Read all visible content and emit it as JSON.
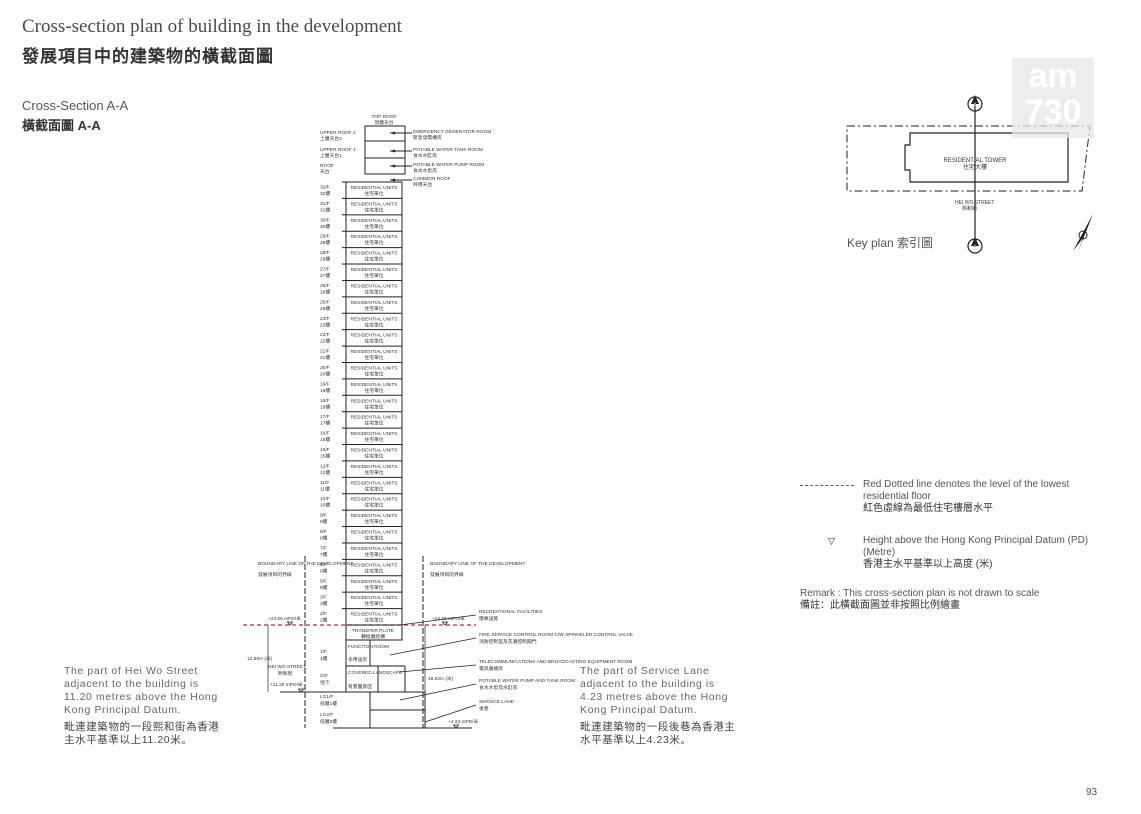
{
  "header": {
    "title_en": "Cross-section plan of building in the development",
    "title_zh": "發展項目中的建築物的橫截面圖"
  },
  "section": {
    "name_en": "Cross-Section A-A",
    "name_zh": "橫截面圖 A-A"
  },
  "roofs": [
    {
      "en": "TOP ROOF",
      "zh": "頂層天台"
    },
    {
      "en": "UPPER ROOF 2",
      "zh": "上層天台2"
    },
    {
      "en": "UPPER ROOF 1",
      "zh": "上層天台1"
    },
    {
      "en": "ROOF",
      "zh": "天台"
    }
  ],
  "roof_rooms": [
    {
      "en": "EMERGENCY GENERATOR ROOM",
      "zh": "緊急發電機房"
    },
    {
      "en": "POTABLE WATER TANK ROOM",
      "zh": "食水水缸房"
    },
    {
      "en": "POTABLE WATER PUMP ROOM",
      "zh": "食水水泵房"
    },
    {
      "en": "COMMON ROOF",
      "zh": "共用天台"
    }
  ],
  "floors": [
    {
      "en": "32/F",
      "zh": "32樓"
    },
    {
      "en": "31/F",
      "zh": "31樓"
    },
    {
      "en": "30/F",
      "zh": "30樓"
    },
    {
      "en": "29/F",
      "zh": "29樓"
    },
    {
      "en": "28/F",
      "zh": "28樓"
    },
    {
      "en": "27/F",
      "zh": "27樓"
    },
    {
      "en": "26/F",
      "zh": "26樓"
    },
    {
      "en": "25/F",
      "zh": "25樓"
    },
    {
      "en": "23/F",
      "zh": "23樓"
    },
    {
      "en": "22/F",
      "zh": "22樓"
    },
    {
      "en": "21/F",
      "zh": "21樓"
    },
    {
      "en": "20/F",
      "zh": "20樓"
    },
    {
      "en": "19/F",
      "zh": "19樓"
    },
    {
      "en": "18/F",
      "zh": "18樓"
    },
    {
      "en": "17/F",
      "zh": "17樓"
    },
    {
      "en": "16/F",
      "zh": "16樓"
    },
    {
      "en": "15/F",
      "zh": "15樓"
    },
    {
      "en": "12/F",
      "zh": "12樓"
    },
    {
      "en": "11/F",
      "zh": "11樓"
    },
    {
      "en": "10/F",
      "zh": "10樓"
    },
    {
      "en": "9/F",
      "zh": "9樓"
    },
    {
      "en": "8/F",
      "zh": "8樓"
    },
    {
      "en": "7/F",
      "zh": "7樓"
    },
    {
      "en": "6/F",
      "zh": "6樓"
    },
    {
      "en": "5/F",
      "zh": "5樓"
    },
    {
      "en": "3/F",
      "zh": "3樓"
    },
    {
      "en": "2/F",
      "zh": "2樓"
    }
  ],
  "unit_label_en": "RESIDENTIAL UNITS",
  "unit_label_zh": "住宅單位",
  "lower": {
    "transfer_en": "TRANSFER PLATE",
    "transfer_zh": "轉換層結構",
    "f1_en": "1/F",
    "f1_zh": "1樓",
    "function_en": "FUNCTION ROOM",
    "function_zh": "多用途房",
    "gf_en": "G/F",
    "gf_zh": "地下",
    "covered_en": "COVERED LANDSCAPE",
    "covered_zh": "有蓋園景區",
    "lg1_en": "LG1/F",
    "lg1_zh": "低層1樓",
    "lg2_en": "LG2/F",
    "lg2_zh": "低層2樓"
  },
  "boundary_en": "BOUNDARY LINE OF THE DEVELOPMENT",
  "boundary_zh": "發展項目的界線",
  "levels": {
    "l24": "+24.05 mPD/米",
    "l1120": "+11.20 mPD/米",
    "l423": "+4.23 mPD/米",
    "h1285": "12.85m (米)",
    "h1982": "19.82m (米)",
    "hei_wo_en": "HEI WO STREET",
    "hei_wo_zh": "熙和街"
  },
  "right_labels": [
    {
      "en": "RECREATIONAL FACILITIES",
      "zh": "康樂設施"
    },
    {
      "en": "FIRE SERVICE CONTROL ROOM C/W SPRINKLER CONTROL VALVE",
      "zh": "消防控制室及花灑控制閥門"
    },
    {
      "en": "TELECOMMUNICATIONS AND BROADCASTING EQUIPMENT ROOM",
      "zh": "電訊廣播房"
    },
    {
      "en": "POTABLE WATER PUMP AND TANK ROOM",
      "zh": "食水水泵及水缸房"
    },
    {
      "en": "SERVICE LANE",
      "zh": "後巷"
    }
  ],
  "notes": {
    "left_en": "The part of Hei Wo Street adjacent to the building is 11.20 metres above the Hong Kong Principal Datum.",
    "left_zh": "毗連建築物的一段熙和街為香港主水平基準以上11.20米。",
    "right_en": "The part of Service Lane adjacent to the building is 4.23 metres above the Hong Kong Principal Datum.",
    "right_zh": "毗連建築物的一段後巷為香港主水平基準以上4.23米。"
  },
  "keyplan": {
    "label": "Key plan 索引圖",
    "tower_en": "RESIDENTIAL TOWER",
    "tower_zh": "住宅大樓",
    "street_en": "HEI WO STREET",
    "street_zh": "熙和街",
    "marker": "A"
  },
  "legend": {
    "red_en": "Red Dotted line denotes the level of the lowest residential floor",
    "red_zh": "紅色虛線為最低住宅樓層水平",
    "pd_symbol": "▽",
    "pd_en": "Height above the Hong Kong Principal Datum (PD) (Metre)",
    "pd_zh": "香港主水平基準以上高度 (米)"
  },
  "remark": {
    "en": "Remark : This cross-section plan is not drawn to scale",
    "zh": "備註：此橫截面圖並非按照比例繪畫"
  },
  "watermark": "am 730",
  "page_number": "93",
  "colors": {
    "red_line": "#b33333",
    "line": "#222222"
  }
}
